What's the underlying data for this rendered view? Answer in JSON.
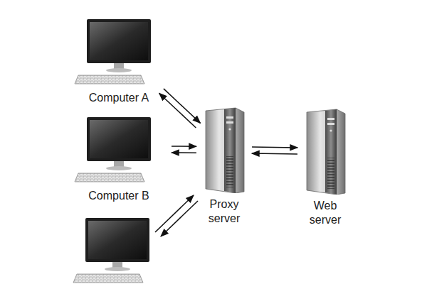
{
  "diagram": {
    "nodes": [
      {
        "text": [
          "Computer A"
        ]
      },
      {
        "text": [
          "Computer B"
        ]
      },
      {
        "text": [
          "Proxy server"
        ]
      },
      {
        "text": [
          "Web server"
        ]
      }
    ],
    "edges": [
      {
        "from": 0,
        "to": 2,
        "arrow": "both"
      },
      {
        "from": 1,
        "to": 2,
        "arrow": "both"
      },
      {
        "from": 2,
        "to": 3,
        "arrow": "both"
      }
    ]
  }
}
